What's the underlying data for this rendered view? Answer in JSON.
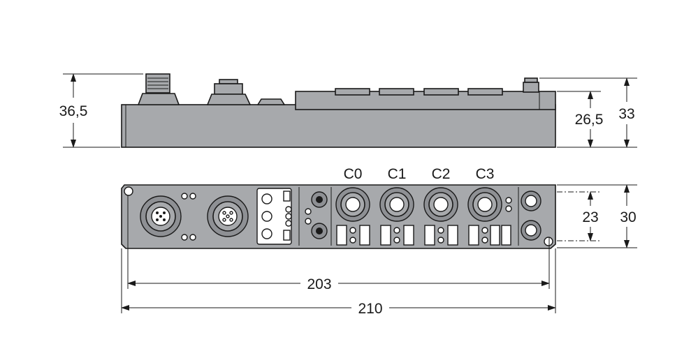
{
  "dimensions": {
    "height_total_side": "36,5",
    "height_body_side": "26,5",
    "height_connector_side": "33",
    "mount_hole_spacing_vertical": "23",
    "width_front": "30",
    "mount_hole_spacing_horizontal": "203",
    "length_total": "210"
  },
  "ports": [
    "C0",
    "C1",
    "C2",
    "C3"
  ],
  "colors": {
    "housing": "#a7a9ac",
    "line": "#1a1a1a"
  }
}
